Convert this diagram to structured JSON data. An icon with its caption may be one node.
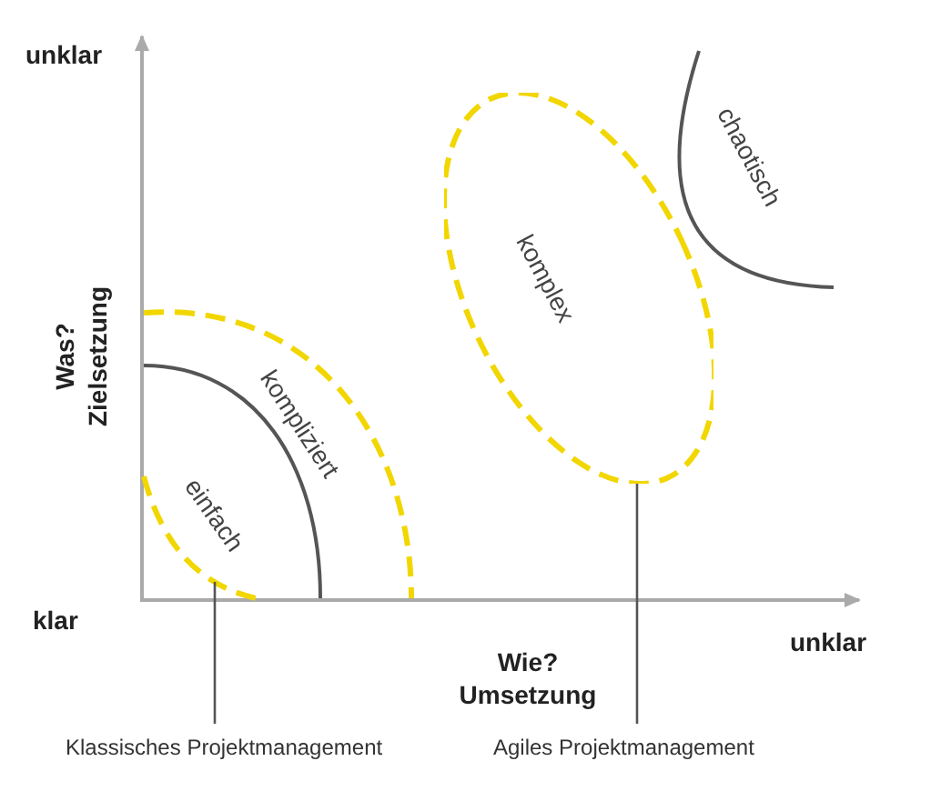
{
  "diagram": {
    "nodes": [
      {
        "text": [
          "einfach"
        ]
      },
      {
        "text": [
          "kompliziert"
        ]
      },
      {
        "text": [
          "komplex"
        ]
      },
      {
        "text": [
          "chaotisch"
        ]
      },
      {
        "text": [
          "Klassisches Projektmanagement"
        ]
      },
      {
        "text": [
          "Agiles Projektmanagement"
        ]
      }
    ],
    "edges": [
      {
        "from": 4,
        "to": 0,
        "arrow": "none"
      },
      {
        "from": 5,
        "to": 2,
        "arrow": "none"
      }
    ],
    "labels": [
      "unklar",
      "Was? Zielsetzung",
      "klar",
      "Wie? Umsetzung",
      "unklar"
    ]
  }
}
